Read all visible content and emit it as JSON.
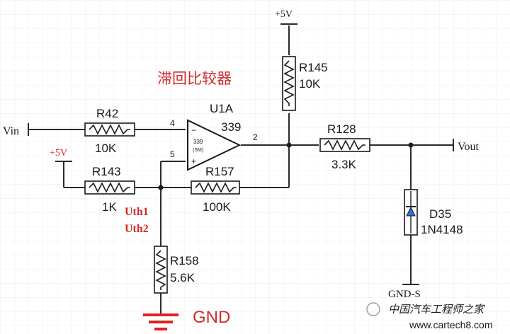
{
  "title": "滞回比较器",
  "supplies": {
    "plus5v": "+5V"
  },
  "ports": {
    "vin": "Vin",
    "vout": "Vout",
    "gnd": "GND",
    "gnd_s": "GND-S"
  },
  "opamp": {
    "ref": "U1A",
    "part": "339",
    "inner_top": "339",
    "inner_bottom": "(SM)",
    "pin_in_minus": "4",
    "pin_in_plus": "5",
    "pin_out": "2"
  },
  "resistors": [
    {
      "ref": "R42",
      "value": "10K"
    },
    {
      "ref": "R143",
      "value": "1K"
    },
    {
      "ref": "R157",
      "value": "100K"
    },
    {
      "ref": "R145",
      "value": "10K"
    },
    {
      "ref": "R128",
      "value": "3.3K"
    },
    {
      "ref": "R158",
      "value": "5.6K"
    }
  ],
  "diode": {
    "ref": "D35",
    "part": "1N4148"
  },
  "thresholds": {
    "uth1": "Uth1",
    "uth2": "Uth2"
  },
  "watermark": {
    "line1": "中国汽车工程师之家",
    "line2": "www.cartech8.com"
  },
  "colors": {
    "wire": "#2b2b2b",
    "label_red": "#d22b2b",
    "diode_fill": "#2f6fd6",
    "grid": "#e6e6e6"
  }
}
